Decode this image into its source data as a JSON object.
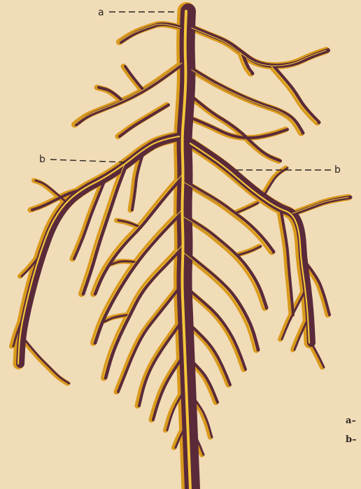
{
  "labels": {
    "taproot": "a",
    "lateral_left": "b",
    "lateral_right": "b",
    "edge_a": "a–",
    "edge_b": "b–"
  },
  "colors": {
    "background": "#f1dcb8",
    "root_outer": "#d99a1c",
    "root_core": "#5a2a3a",
    "root_highlight": "#f4c63a"
  }
}
